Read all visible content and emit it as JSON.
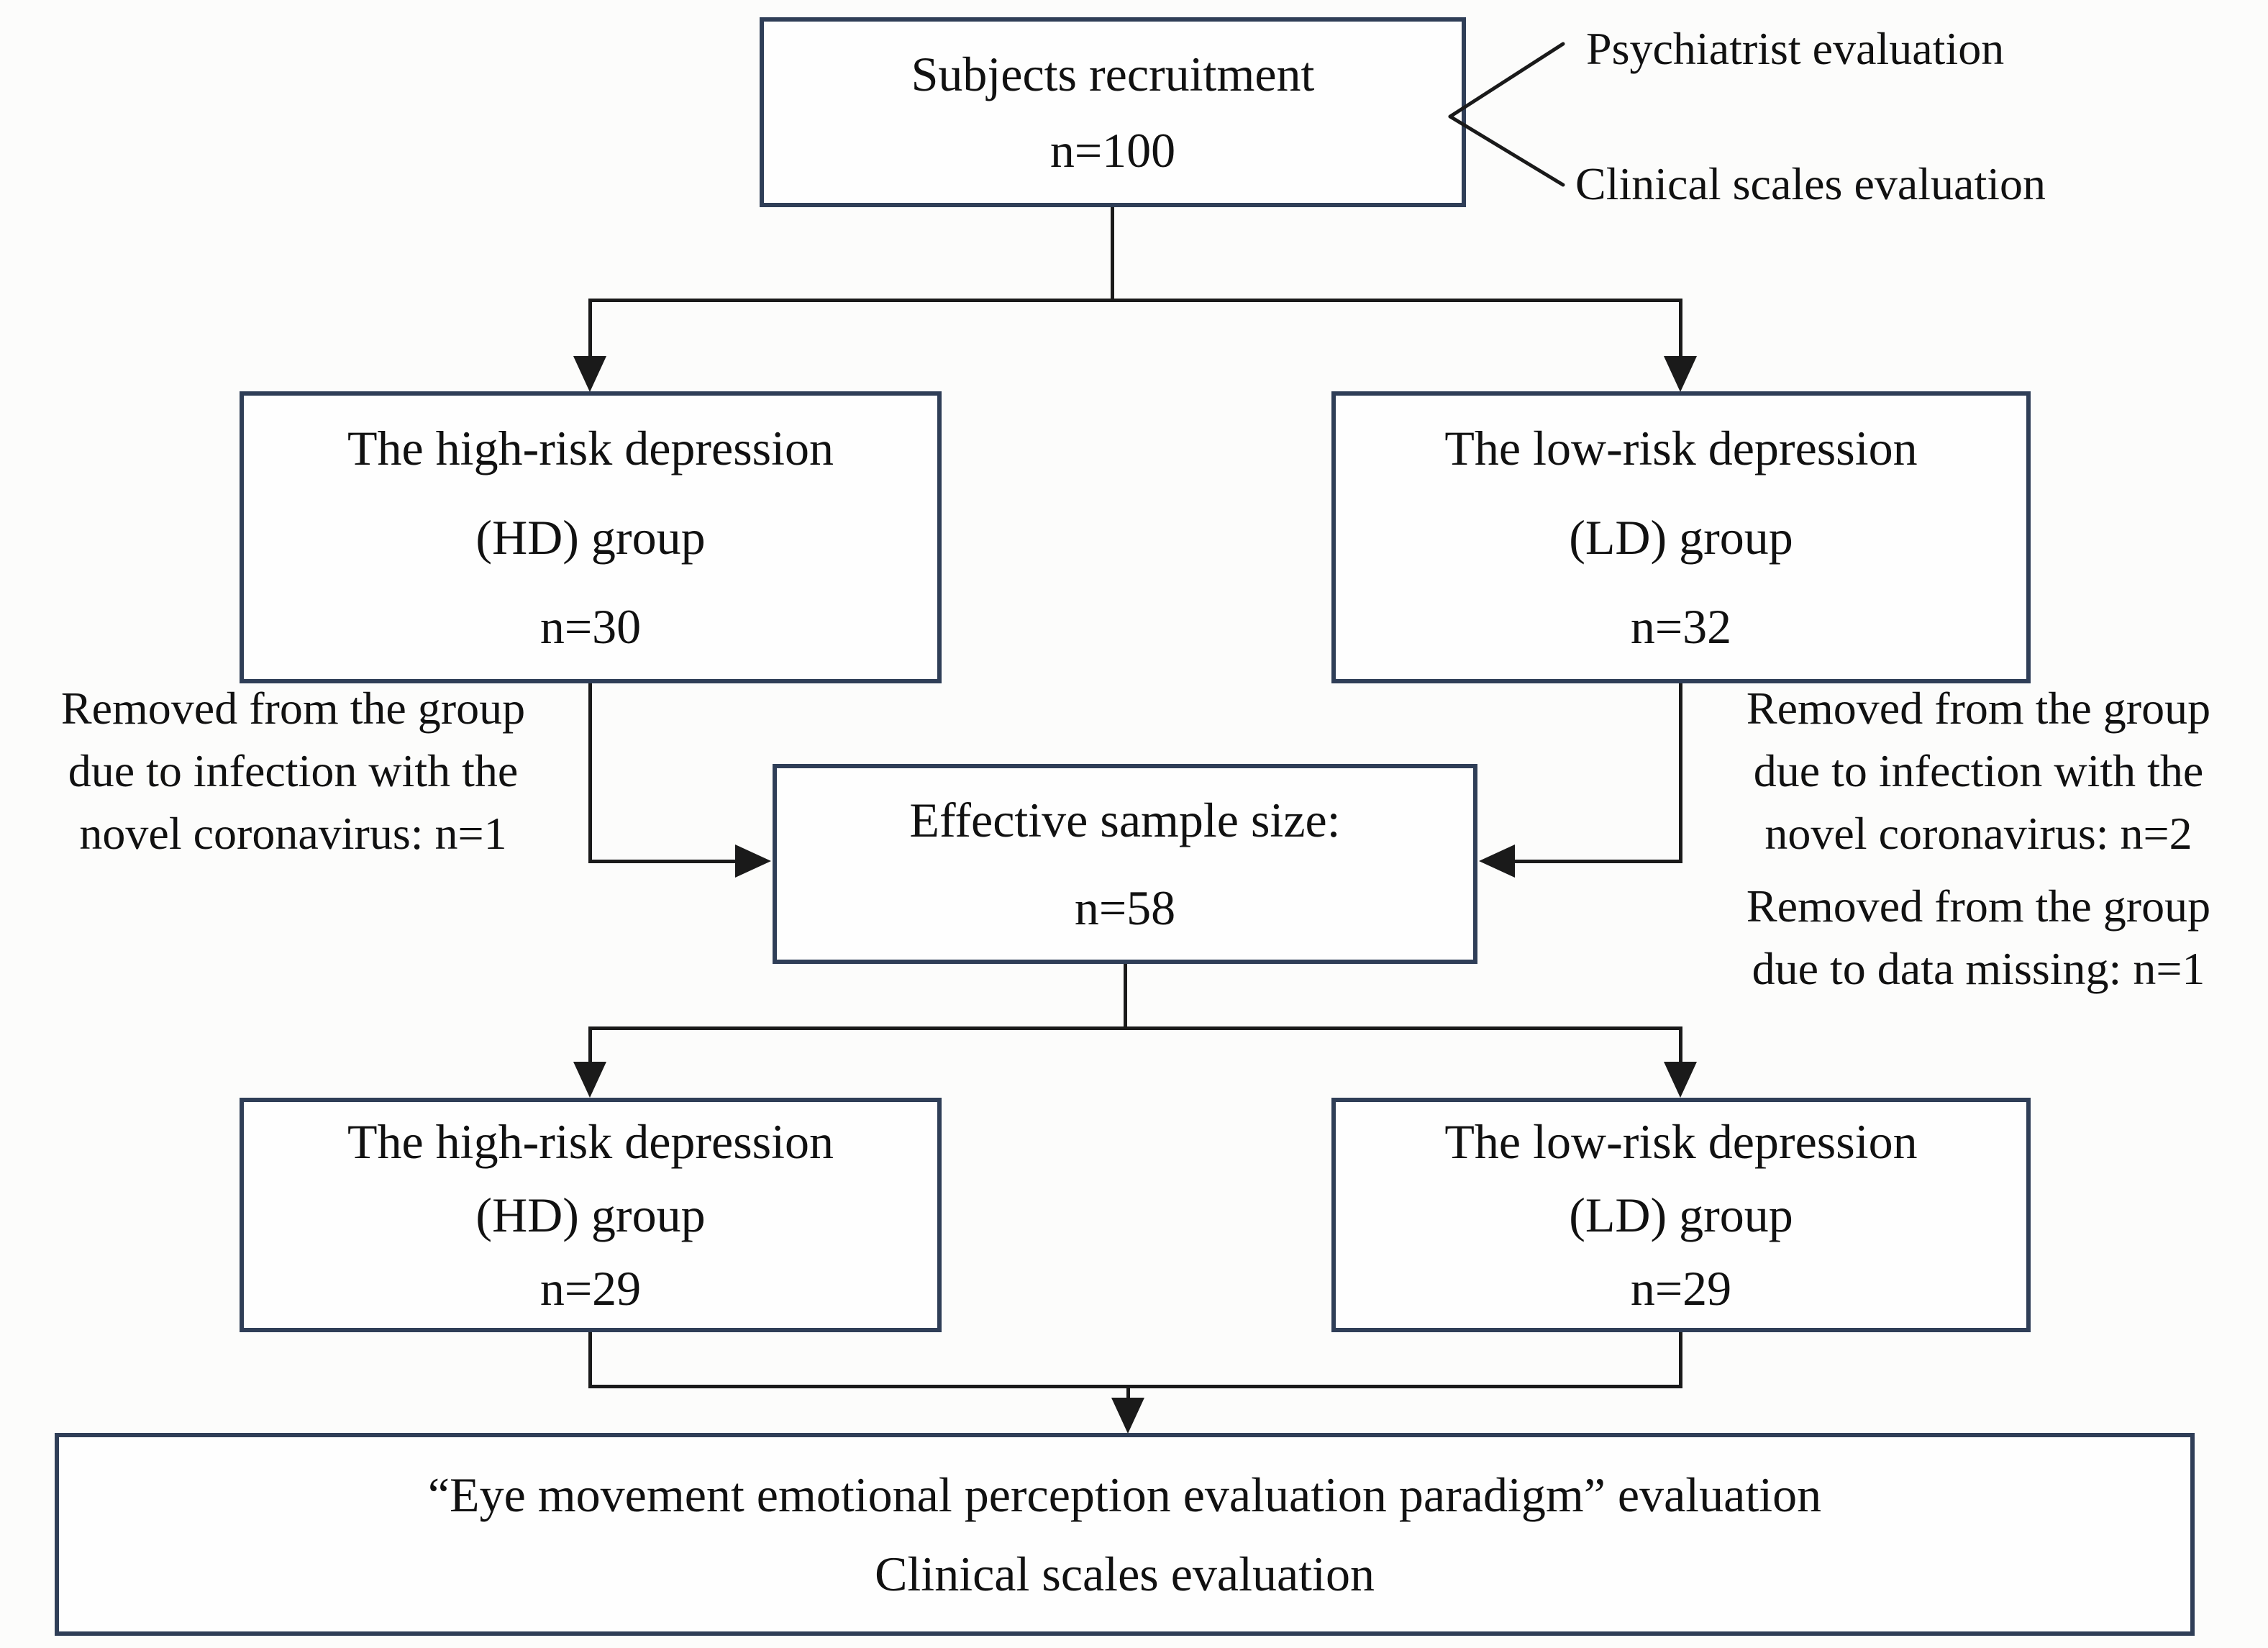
{
  "theme": {
    "background": "#fcfcfb",
    "box_fill": "#fefefe",
    "box_border": "#2f3e57",
    "line_color": "#1a1a1a",
    "text_color": "#111111"
  },
  "nodes": {
    "recruitment": {
      "lines": [
        "Subjects recruitment",
        "n=100"
      ]
    },
    "hd_initial": {
      "lines": [
        "The high-risk depression",
        "(HD) group",
        "n=30"
      ]
    },
    "ld_initial": {
      "lines": [
        "The low-risk depression",
        "(LD) group",
        "n=32"
      ]
    },
    "effective_sample": {
      "lines": [
        "Effective sample size:",
        "n=58"
      ]
    },
    "hd_final": {
      "lines": [
        "The high-risk depression",
        "(HD) group",
        "n=29"
      ]
    },
    "ld_final": {
      "lines": [
        "The low-risk depression",
        "(LD) group",
        "n=29"
      ]
    },
    "evaluation": {
      "lines": [
        "“Eye movement emotional perception evaluation paradigm” evaluation",
        "Clinical scales evaluation"
      ]
    }
  },
  "annotations": {
    "psychiatrist": "Psychiatrist evaluation",
    "clinical_scales": "Clinical scales evaluation",
    "removed_hd": {
      "lines": [
        "Removed from the group",
        "due to infection with the",
        "novel coronavirus: n=1"
      ]
    },
    "removed_ld_covid": {
      "lines": [
        "Removed from the group",
        "due to infection with the",
        "novel coronavirus: n=2"
      ]
    },
    "removed_ld_missing": {
      "lines": [
        "Removed from the group",
        "due to data missing: n=1"
      ]
    }
  }
}
